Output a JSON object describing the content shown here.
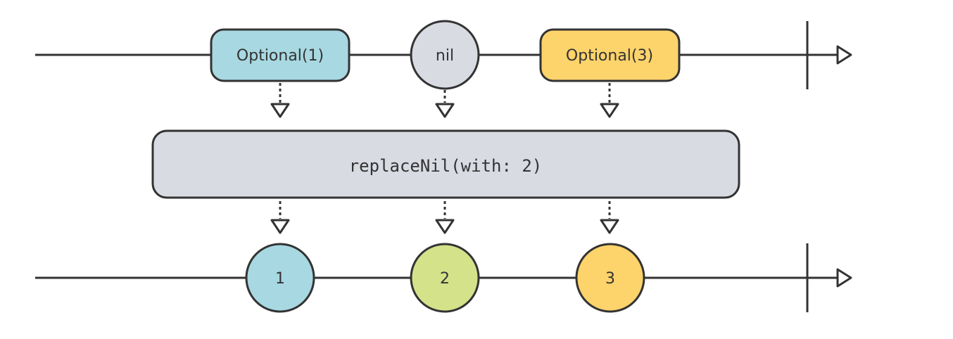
{
  "input_stream": {
    "events": [
      {
        "label": "Optional(1)",
        "shape": "rounded-rect",
        "color": "#a8d8e2"
      },
      {
        "label": "nil",
        "shape": "circle",
        "color": "#d9dbe3"
      },
      {
        "label": "Optional(3)",
        "shape": "rounded-rect",
        "color": "#fdd36b"
      }
    ],
    "completed": true
  },
  "operator": {
    "label": "replaceNil(with: 2)",
    "color": "#d9dbe3"
  },
  "output_stream": {
    "events": [
      {
        "label": "1",
        "shape": "circle",
        "color": "#a8d8e2"
      },
      {
        "label": "2",
        "shape": "circle",
        "color": "#d4e28a"
      },
      {
        "label": "3",
        "shape": "circle",
        "color": "#fdd36b"
      }
    ],
    "completed": true
  },
  "colors": {
    "line": "#333333",
    "text": "#333333"
  }
}
